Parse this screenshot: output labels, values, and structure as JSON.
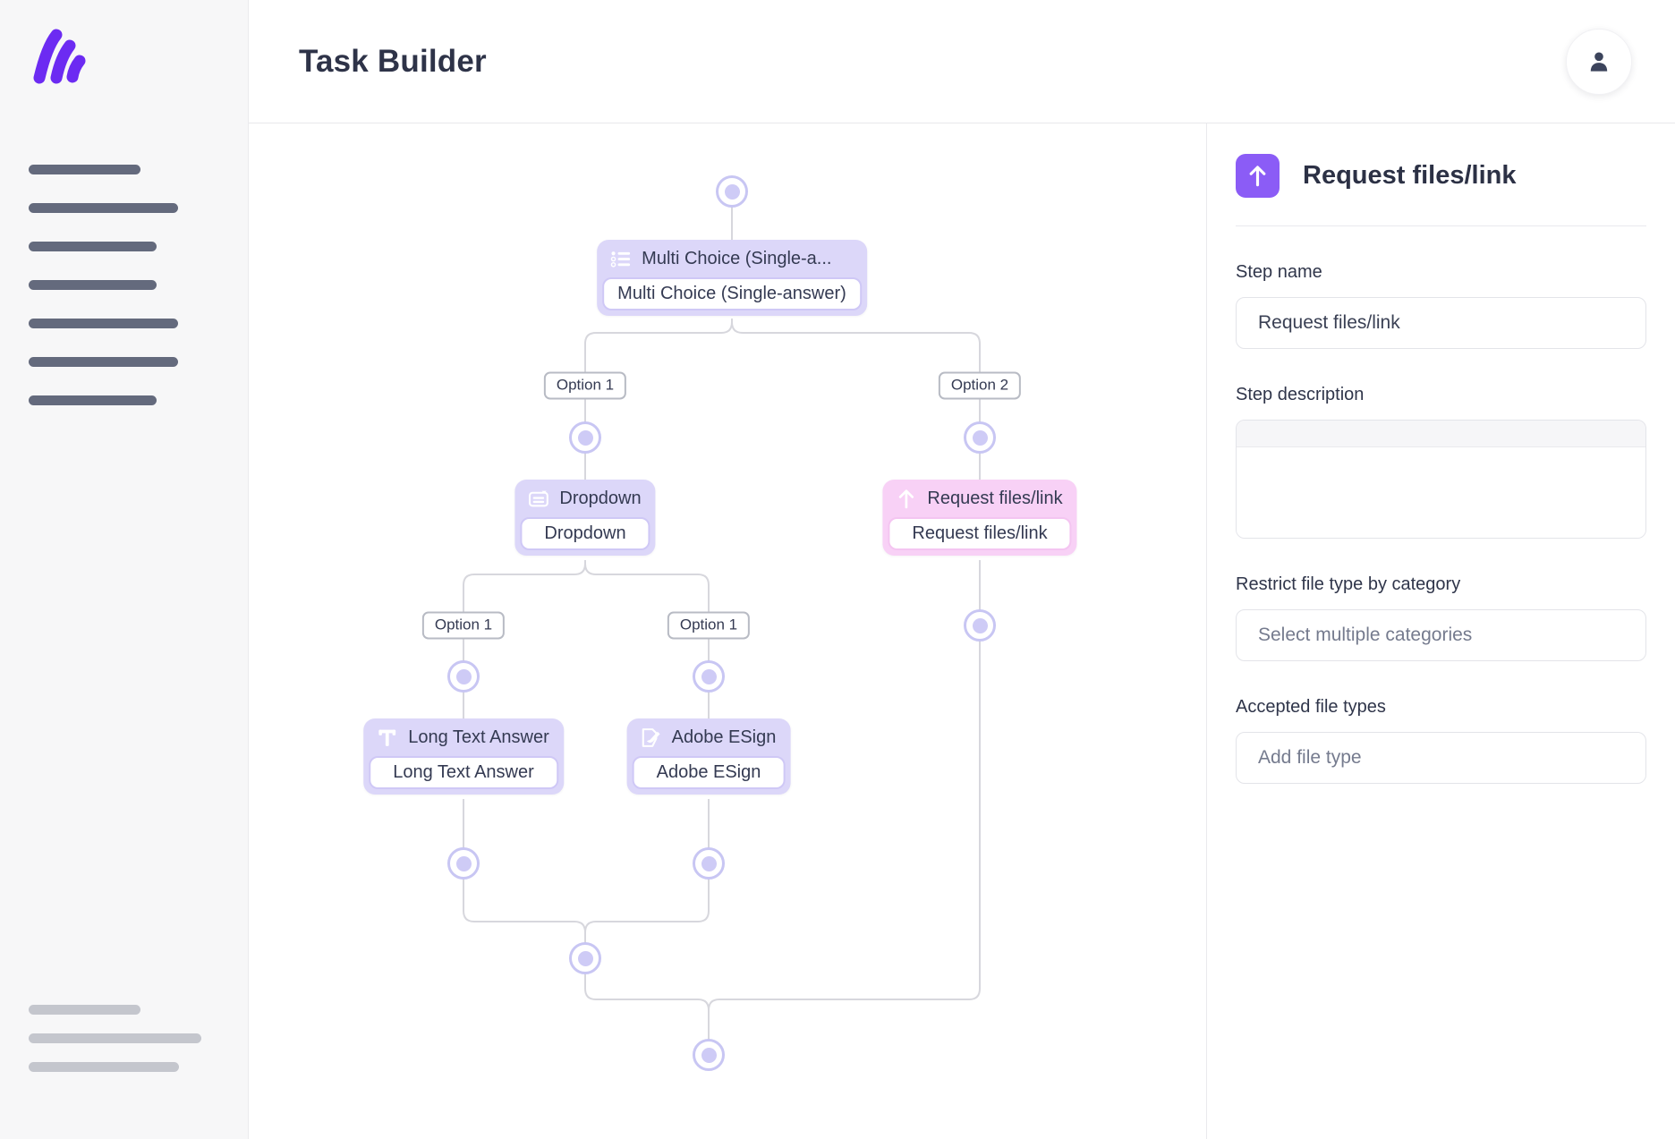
{
  "header": {
    "title": "Task Builder"
  },
  "sidebar": {
    "skeleton_top_widths": [
      125,
      167,
      143,
      143,
      167,
      167,
      143
    ],
    "skeleton_bottom_widths": [
      125,
      193,
      168
    ]
  },
  "flowchart": {
    "nodes": [
      {
        "id": "multi-choice",
        "icon": "list-icon",
        "header": "Multi Choice (Single-a...",
        "body": "Multi Choice (Single-answer)",
        "color": "lavender"
      },
      {
        "id": "dropdown",
        "icon": "dropdown-icon",
        "header": "Dropdown",
        "body": "Dropdown",
        "color": "lavender"
      },
      {
        "id": "request-files",
        "icon": "upload-icon",
        "header": "Request files/link",
        "body": "Request files/link",
        "color": "pink"
      },
      {
        "id": "long-text",
        "icon": "text-icon",
        "header": "Long Text Answer",
        "body": "Long Text Answer",
        "color": "lavender"
      },
      {
        "id": "adobe-esign",
        "icon": "esign-icon",
        "header": "Adobe ESign",
        "body": "Adobe ESign",
        "color": "lavender"
      }
    ],
    "branch_labels": [
      "Option 1",
      "Option 2",
      "Option 1",
      "Option 1"
    ]
  },
  "panel": {
    "title": "Request files/link",
    "fields": {
      "step_name": {
        "label": "Step name",
        "value": "Request files/link"
      },
      "step_description": {
        "label": "Step description"
      },
      "restrict": {
        "label": "Restrict file type by category",
        "placeholder": "Select multiple categories"
      },
      "accepted": {
        "label": "Accepted file types",
        "placeholder": "Add file type"
      }
    }
  },
  "colors": {
    "brand_purple": "#6c2bf2",
    "accent_purple": "#8b5cf6",
    "node_lavender": "#dcd7f9",
    "node_pink": "#f8d1f6",
    "edge_gray": "#d7d7dd"
  }
}
